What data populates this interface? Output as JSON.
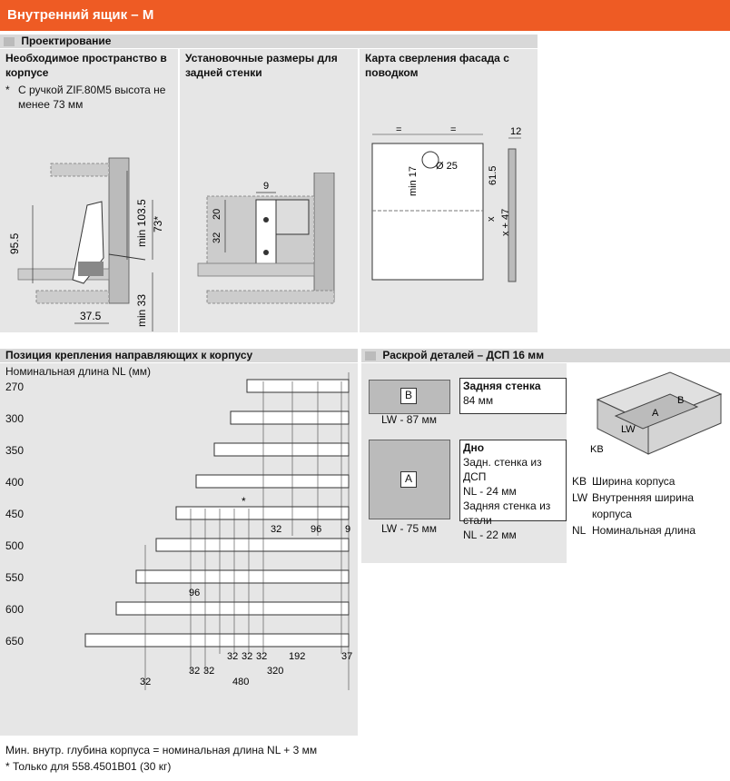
{
  "title": "Внутренний ящик – M",
  "design_section": "Проектирование",
  "panels": {
    "space": {
      "heading": "Необходимое пространство в корпусе",
      "note_marker": "*",
      "note": "С ручкой ZIF.80M5 высота не менее 73 мм"
    },
    "rear": {
      "heading": "Установочные размеры для задней стенки"
    },
    "drill": {
      "heading": "Карта сверления фасада с поводком"
    }
  },
  "dims_space": {
    "h1": "95.5",
    "h2": "min 103.5",
    "h3": "73*",
    "h4": "min 33",
    "w1": "37.5"
  },
  "dims_rear": {
    "d1": "9",
    "d2": "20",
    "d3": "32"
  },
  "dims_drill": {
    "eq1": "=",
    "eq2": "=",
    "c12": "12",
    "min17": "min 17",
    "d25": "Ø 25",
    "d615": "61.5",
    "x47": "x + 47",
    "x": "x"
  },
  "positions": {
    "heading": "Позиция крепления направляющих к корпусу",
    "subheading": "Номинальная длина NL (мм)",
    "lengths": [
      "270",
      "300",
      "350",
      "400",
      "450",
      "500",
      "550",
      "600",
      "650"
    ],
    "star": "*",
    "dims": {
      "a32": "32",
      "a96": "96",
      "a9": "9",
      "b96": "96",
      "c32a": "32",
      "c32b": "32",
      "c32c": "32",
      "c192": "192",
      "c37": "37",
      "d32a": "32",
      "d32b": "32",
      "d320": "320",
      "e32": "32",
      "e480": "480"
    }
  },
  "cutting": {
    "heading": "Раскрой деталей – ДСП 16 мм",
    "b_label": "B",
    "b_title": "Задняя стенка",
    "b_value": "84 мм",
    "b_width": "LW - 87 мм",
    "a_label": "A",
    "a_title": "Дно",
    "a_lines": [
      "Задн. стенка из ДСП",
      "NL - 24 мм",
      "Задняя стенка из стали",
      "NL - 22 мм"
    ],
    "a_width": "LW - 75 мм",
    "legend": [
      {
        "code": "KB",
        "text1": "Ширина корпуса",
        "text2": ""
      },
      {
        "code": "LW",
        "text1": "Внутренняя ширина",
        "text2": "корпуса"
      },
      {
        "code": "NL",
        "text1": "Номинальная длина",
        "text2": ""
      }
    ],
    "iso_labels": {
      "kb": "KB",
      "lw": "LW",
      "a": "A",
      "b": "B"
    }
  },
  "footer": {
    "line1": "Мин. внутр. глубина корпуса = номинальная длина NL + 3 мм",
    "line2": "* Только для 558.4501B01 (30 кг)"
  },
  "colors": {
    "accent": "#ee5b24",
    "panel": "#e6e6e6",
    "header": "#d8d8d8"
  }
}
